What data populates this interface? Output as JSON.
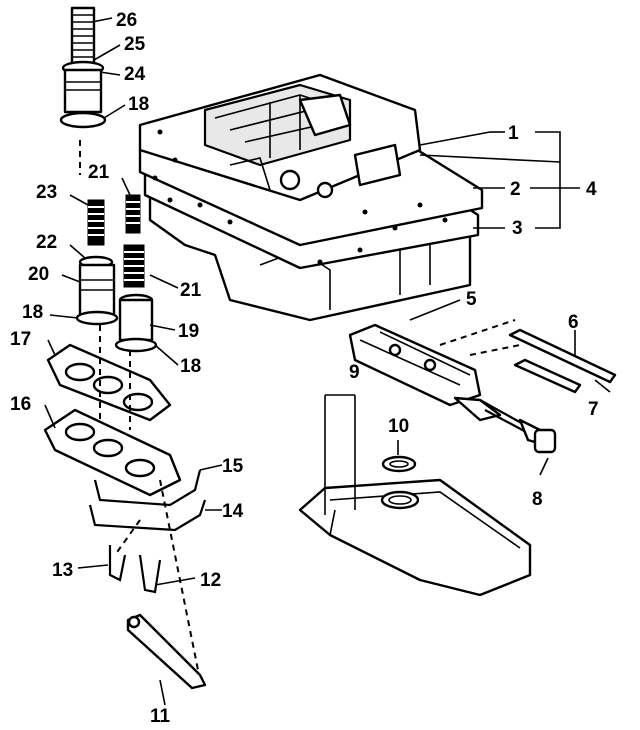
{
  "labels": {
    "l1": "1",
    "l2": "2",
    "l3": "3",
    "l4": "4",
    "l5": "5",
    "l6": "6",
    "l7": "7",
    "l8": "8",
    "l9": "9",
    "l10": "10",
    "l11": "11",
    "l12": "12",
    "l13": "13",
    "l14": "14",
    "l15": "15",
    "l16": "16",
    "l17": "17",
    "l18a": "18",
    "l18b": "18",
    "l18c": "18",
    "l19": "19",
    "l20": "20",
    "l21a": "21",
    "l21b": "21",
    "l22": "22",
    "l23": "23",
    "l24": "24",
    "l25": "25",
    "l26": "26"
  },
  "colors": {
    "ink": "#000000",
    "paper": "#ffffff"
  }
}
